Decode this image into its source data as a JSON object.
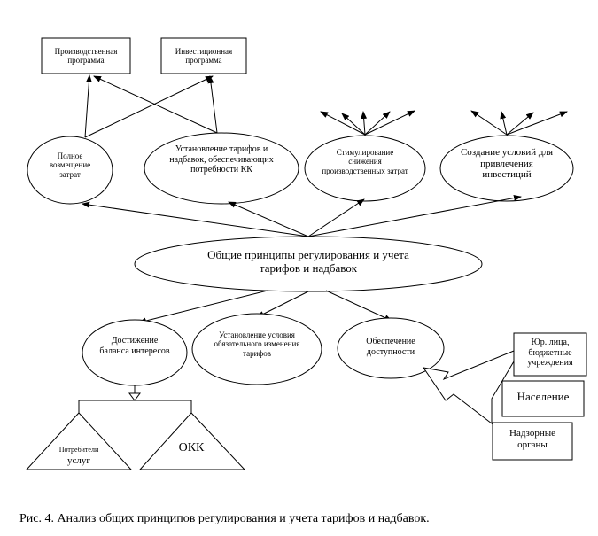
{
  "boxes": {
    "production_program": "Производственная программа",
    "investment_program": "Инвестиционная программа",
    "legal_entities": "Юр. лица, бюджетные учреждения",
    "population": "Население",
    "supervisory": "Надзорные органы"
  },
  "ellipses": {
    "full_cost_recovery": "Полное возмещение затрат",
    "tariff_setting": "Установление тарифов и надбавок, обеспечивающих потребности КК",
    "cost_reduction": "Стимулирование снижения производственных затрат",
    "investment_conditions": "Создание условий для привлечения инвестиций",
    "central": "Общие принципы регулирования и учета тарифов и надбавок",
    "balance": "Достижение баланса интересов",
    "conditions_change": "Установление условия обязательного изменения тарифов",
    "accessibility": "Обеспечение доступности"
  },
  "triangles": {
    "consumers_line1": "Потребители",
    "consumers_line2": "услуг",
    "okk": "ОКК"
  },
  "caption": "Рис. 4. Анализ общих принципов регулирования и учета тарифов и надбавок."
}
